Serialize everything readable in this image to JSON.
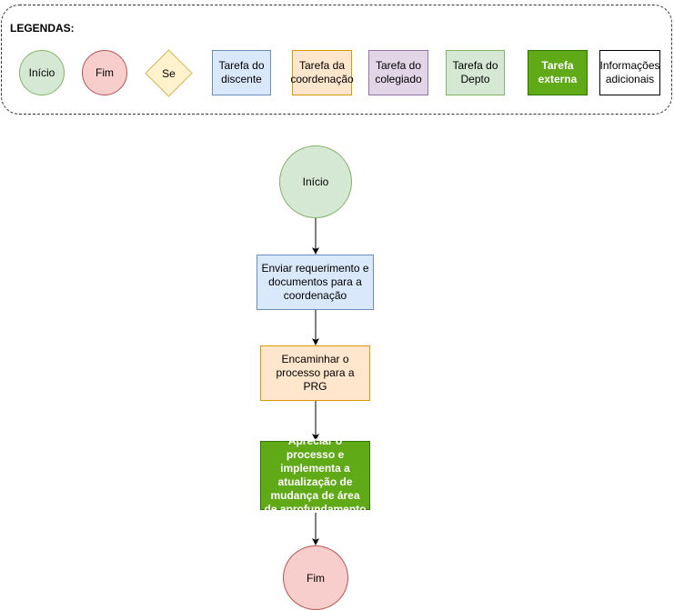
{
  "legend": {
    "title": "LEGENDAS:",
    "start": "Início",
    "end": "Fim",
    "decision": "Se",
    "student_task": "Tarefa do discente",
    "coordination_task": "Tarefa da coordenação",
    "collegiate_task": "Tarefa do colegiado",
    "department_task": "Tarefa do Depto",
    "external_task": "Tarefa externa",
    "additional_info": "Informações adicionais"
  },
  "flow": {
    "start": "Início",
    "step1": "Enviar requerimento e documentos para a coordenação",
    "step2": "Encaminhar o processo para a PRG",
    "step3": "Apreciar o processo e implementa a atualização de mudança de área de aprofundamento",
    "end": "Fim"
  },
  "colors": {
    "start_fill": "#d5e8d4",
    "end_fill": "#f8cecc",
    "decision_fill": "#fff2cc",
    "student_fill": "#dae8fc",
    "coordination_fill": "#ffe6cc",
    "collegiate_fill": "#e1d5e7",
    "department_fill": "#d5e8d4",
    "external_fill": "#60a917",
    "info_fill": "#ffffff"
  }
}
